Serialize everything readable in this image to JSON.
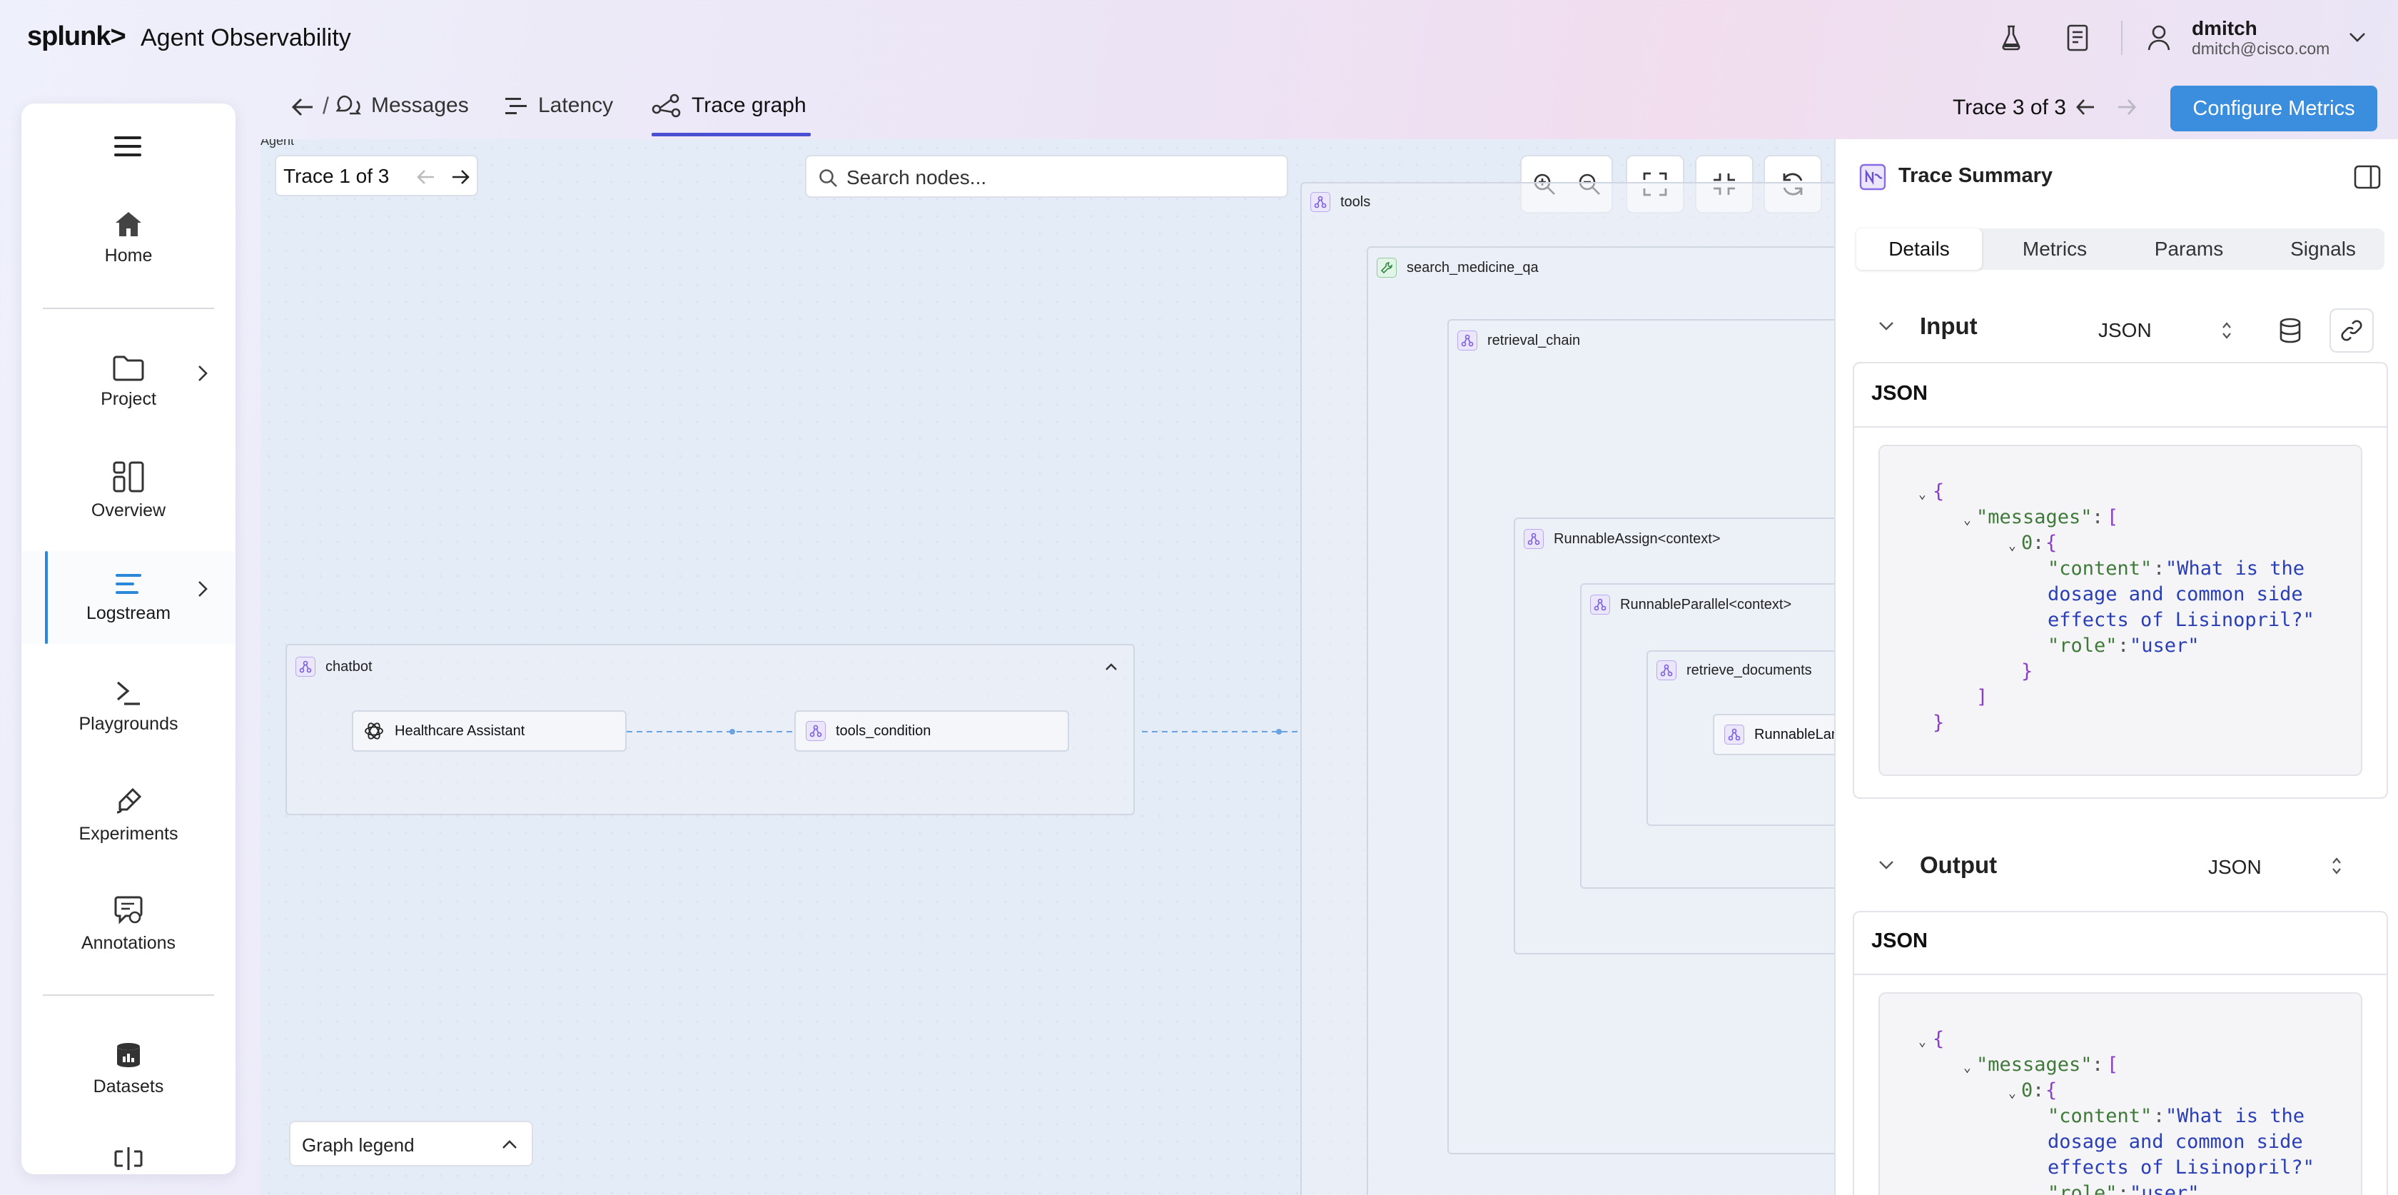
{
  "app": {
    "logo": "splunk>",
    "title": "Agent Observability"
  },
  "user": {
    "name": "dmitch",
    "email": "dmitch@cisco.com"
  },
  "sidebar": {
    "items": [
      {
        "label": "Home",
        "icon": "home-icon"
      },
      {
        "label": "Project",
        "icon": "folder-icon"
      },
      {
        "label": "Overview",
        "icon": "overview-icon"
      },
      {
        "label": "Logstream",
        "icon": "logstream-icon"
      },
      {
        "label": "Playgrounds",
        "icon": "terminal-icon"
      },
      {
        "label": "Experiments",
        "icon": "experiments-icon"
      },
      {
        "label": "Annotations",
        "icon": "annotations-icon"
      },
      {
        "label": "Datasets",
        "icon": "database-icon"
      }
    ]
  },
  "breadcrumb": {
    "separator": "/"
  },
  "tabs": [
    {
      "label": "Messages",
      "icon": "messages-icon"
    },
    {
      "label": "Latency",
      "icon": "latency-icon"
    },
    {
      "label": "Trace graph",
      "icon": "trace-graph-icon",
      "active": true
    }
  ],
  "trace_nav": {
    "label": "Trace 3 of 3"
  },
  "configure_button": "Configure Metrics",
  "canvas": {
    "agent_label": "Agent",
    "inner_trace": "Trace 1 of 3",
    "search_placeholder": "Search nodes...",
    "legend_label": "Graph legend",
    "groups": {
      "tools": "tools",
      "search_medicine_qa": "search_medicine_qa",
      "retrieval_chain": "retrieval_chain",
      "runnable_assign": "RunnableAssign<context>",
      "runnable_parallel": "RunnableParallel<context>",
      "retrieve_documents": "retrieve_documents",
      "runnable_lambda": "RunnableLam",
      "chatbot": "chatbot"
    },
    "nodes": {
      "healthcare_assistant": "Healthcare Assistant",
      "tools_condition": "tools_condition"
    }
  },
  "panel": {
    "title": "Trace Summary",
    "tabs": [
      "Details",
      "Metrics",
      "Params",
      "Signals"
    ],
    "input": {
      "title": "Input",
      "format": "JSON",
      "card_title": "JSON",
      "json": {
        "open": "{",
        "messages_key": "\"messages\"",
        "colon": ":",
        "arr_open": "[",
        "index": "0",
        "obj_open": "{",
        "content_key": "\"content\"",
        "content_1": "\"What is the",
        "content_2": "dosage and common side",
        "content_3": "effects of Lisinopril?\"",
        "role_key": "\"role\"",
        "role_val": "\"user\"",
        "obj_close": "}",
        "arr_close": "]",
        "close": "}"
      }
    },
    "output": {
      "title": "Output",
      "format": "JSON",
      "card_title": "JSON",
      "json": {
        "open": "{",
        "messages_key": "\"messages\"",
        "colon": ":",
        "arr_open": "[",
        "index": "0",
        "obj_open": "{",
        "content_key": "\"content\"",
        "content_1": "\"What is the",
        "content_2": "dosage and common side",
        "content_3": "effects of Lisinopril?\"",
        "role_key": "\"role\"",
        "role_val": "\"user\""
      }
    }
  },
  "colors": {
    "accent": "#3b8ede",
    "tab_underline": "#4a4fd1",
    "json_punct": "#8a3ec7",
    "json_key": "#3f7a3a",
    "json_string": "#2a3fb5"
  }
}
